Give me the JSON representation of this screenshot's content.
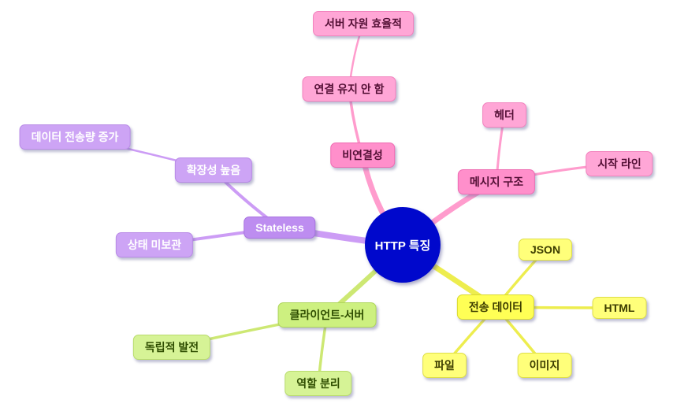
{
  "diagram": {
    "type": "mindmap",
    "center": {
      "label": "HTTP 특징"
    },
    "branches": [
      {
        "name": "stateless",
        "color": "#bd8df0",
        "nodes": [
          "Stateless",
          "확장성 높음",
          "데이터 전송량 증가",
          "상태 미보관"
        ]
      },
      {
        "name": "connectionless",
        "color": "#ff8fcb",
        "nodes": [
          "비연결성",
          "연결 유지 안 함",
          "서버 자원 효율적"
        ]
      },
      {
        "name": "message-structure",
        "color": "#ff8fcb",
        "nodes": [
          "메시지 구조",
          "헤더",
          "시작 라인"
        ]
      },
      {
        "name": "transfer-data",
        "color": "#ffff55",
        "nodes": [
          "전송 데이터",
          "JSON",
          "HTML",
          "파일",
          "이미지"
        ]
      },
      {
        "name": "client-server",
        "color": "#cdf080",
        "nodes": [
          "클라이언트-서버",
          "독립적 발전",
          "역할 분리"
        ]
      }
    ]
  },
  "nodes": {
    "center": {
      "label": "HTTP 특징"
    },
    "stateless": {
      "label": "Stateless"
    },
    "scalability": {
      "label": "확장성 높음"
    },
    "data_increase": {
      "label": "데이터 전송량 증가"
    },
    "no_state": {
      "label": "상태 미보관"
    },
    "connectionless": {
      "label": "비연결성"
    },
    "no_keep": {
      "label": "연결 유지 안 함"
    },
    "efficient": {
      "label": "서버 자원 효율적"
    },
    "message": {
      "label": "메시지 구조"
    },
    "header": {
      "label": "헤더"
    },
    "start_line": {
      "label": "시작 라인"
    },
    "transfer": {
      "label": "전송 데이터"
    },
    "json": {
      "label": "JSON"
    },
    "html": {
      "label": "HTML"
    },
    "file": {
      "label": "파일"
    },
    "image": {
      "label": "이미지"
    },
    "client": {
      "label": "클라이언트-서버"
    },
    "independent": {
      "label": "독립적 발전"
    },
    "role": {
      "label": "역할 분리"
    }
  },
  "colors": {
    "center_fill": "#0008cc",
    "pink_edge": "#ff9ccd",
    "purple_edge": "#cc9cf5",
    "yellow_edge": "#eded4e",
    "green_edge": "#cde873",
    "background": "#ffffff"
  }
}
